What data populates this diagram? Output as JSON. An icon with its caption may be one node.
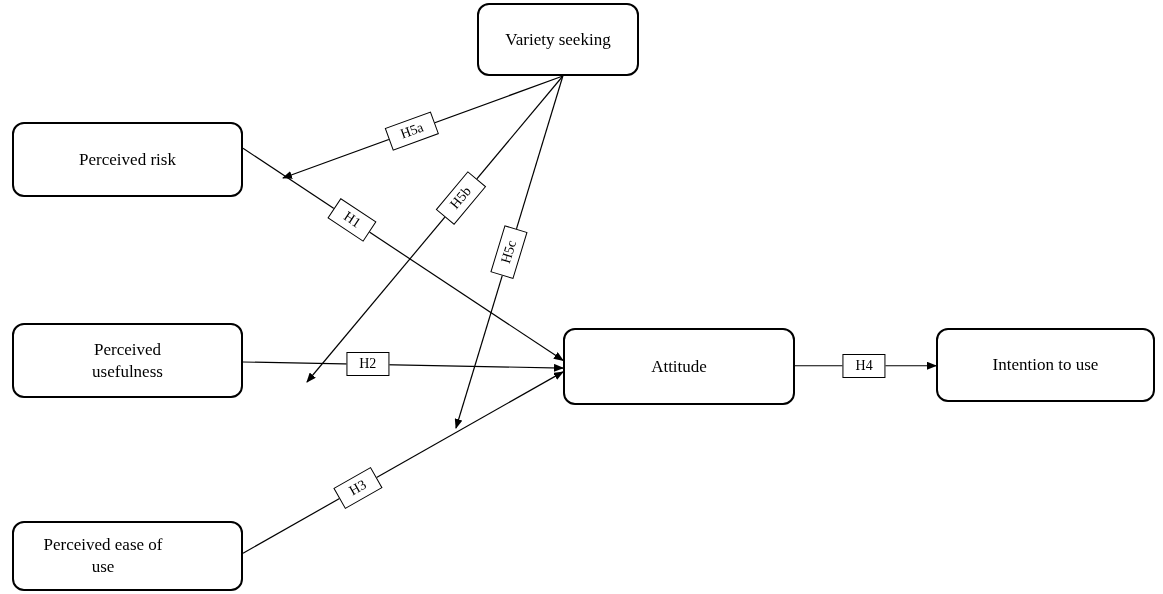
{
  "diagram": {
    "nodes": [
      {
        "text": [
          "Variety seeking"
        ]
      },
      {
        "text": [
          "Perceived risk"
        ]
      },
      {
        "text": [
          "Perceived usefulness"
        ]
      },
      {
        "text": [
          "Attitude"
        ]
      },
      {
        "text": [
          "Intention to use"
        ]
      },
      {
        "text": [
          "Perceived ease of use"
        ]
      }
    ],
    "edges": [
      {
        "from": 0,
        "to": null,
        "arrow": "to",
        "label": "H5a"
      },
      {
        "from": 0,
        "to": null,
        "arrow": "to",
        "label": "H5b"
      },
      {
        "from": 0,
        "to": null,
        "arrow": "to",
        "label": "H5c"
      },
      {
        "from": 1,
        "to": 3,
        "arrow": "to",
        "label": "H1"
      },
      {
        "from": 2,
        "to": 3,
        "arrow": "to",
        "label": "H2"
      },
      {
        "from": 5,
        "to": 3,
        "arrow": "to",
        "label": "H3"
      },
      {
        "from": 3,
        "to": 4,
        "arrow": "to",
        "label": "H4"
      }
    ]
  }
}
